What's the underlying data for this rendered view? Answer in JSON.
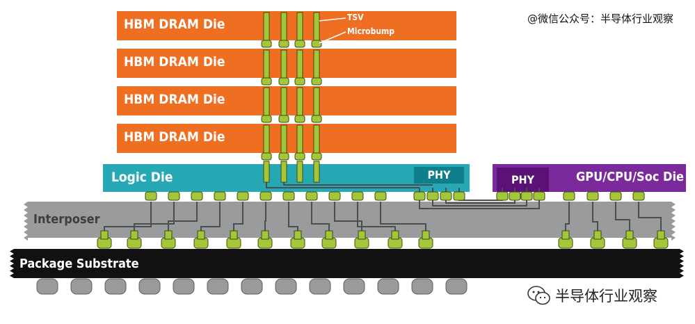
{
  "dram_dies": [
    {
      "label": "HBM DRAM Die"
    },
    {
      "label": "HBM DRAM Die"
    },
    {
      "label": "HBM DRAM Die"
    },
    {
      "label": "HBM DRAM Die"
    }
  ],
  "logic_die": {
    "label": "Logic Die",
    "phy_label": "PHY"
  },
  "processor_die": {
    "label": "GPU/CPU/Soc Die",
    "phy_label": "PHY"
  },
  "interposer": {
    "label": "Interposer"
  },
  "package_substrate": {
    "label": "Package Substrate"
  },
  "callouts": {
    "tsv": "TSV",
    "microbump": "Microbump"
  },
  "watermark": {
    "top": "@微信公众号：半导体行业观察",
    "bottom": "半导体行业观察",
    "logo_icon": "wechat-logo-icon"
  },
  "colors": {
    "dram": "#ee6f22",
    "logic_die": "#26a9b5",
    "logic_phy": "#0f7f8c",
    "processor_die": "#7b2a9c",
    "processor_phy": "#5a1277",
    "interposer": "#9a9b9d",
    "substrate": "#111111",
    "bump": "#a4c639",
    "ball": "#9a9a9a"
  }
}
